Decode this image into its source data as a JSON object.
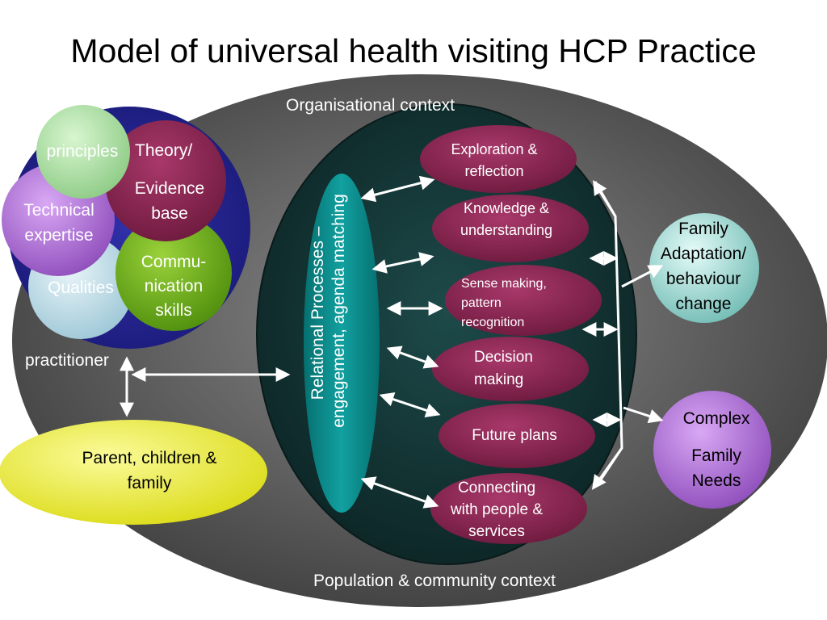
{
  "title": "Model of universal health visiting HCP Practice",
  "outer_context": "Organisational context",
  "bottom_context": "Population & community context",
  "central_band": [
    "Relational Processes –",
    "engagement, agenda matching"
  ],
  "practitioner": {
    "label": "practitioner",
    "circles": {
      "principles": "principles",
      "theory": [
        "Theory/",
        "Evidence",
        "base"
      ],
      "technical": [
        "Technical",
        "expertise"
      ],
      "communication": [
        "Commu-",
        "nication",
        "skills"
      ],
      "qualities": "Qualities"
    }
  },
  "parent": [
    "Parent, children &",
    "family"
  ],
  "process_steps": [
    [
      "Exploration &",
      "reflection"
    ],
    [
      "Knowledge &",
      "understanding"
    ],
    [
      "Sense making,",
      "pattern",
      "recognition"
    ],
    [
      "Decision",
      "making"
    ],
    [
      "Future plans"
    ],
    [
      "Connecting",
      "with people &",
      "services"
    ]
  ],
  "outcomes": {
    "family_adaptation": [
      "Family",
      "Adaptation/",
      "behaviour",
      "change"
    ],
    "complex_needs": [
      "Complex",
      "Family",
      "Needs"
    ]
  },
  "colors": {
    "outer_ellipse": "#5a5a5a",
    "inner_ellipse": "#143333",
    "teal_band": "#0a8a8a",
    "maroon": "#8a1f4e",
    "navy": "#23238c",
    "yellow": "#f2f22a",
    "green": "#6aaa1a",
    "light_teal": "#b8e8e4",
    "lavender": "#b070d8",
    "pale_green": "#a8e0a0",
    "light_blue": "#c0dde8"
  }
}
